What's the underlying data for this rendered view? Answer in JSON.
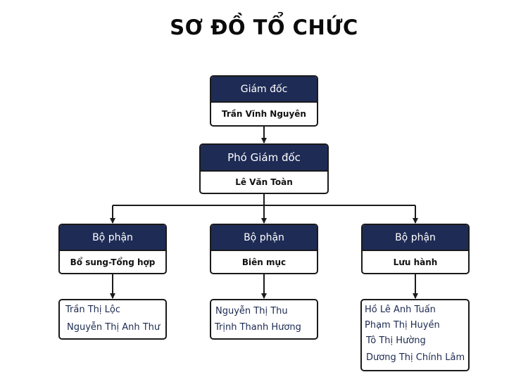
{
  "title": "SƠ ĐỒ TỔ CHỨC",
  "director": {
    "role": "Giám đốc",
    "name": "Trần Vĩnh Nguyên"
  },
  "deputy": {
    "role": "Phó Giám đốc",
    "name": "Lê Văn Toàn"
  },
  "departments": [
    {
      "role": "Bộ phận",
      "name": "Bổ sung-Tổng hợp",
      "members": [
        "Trần Thị Lộc",
        "Nguyễn Thị Anh Thư"
      ]
    },
    {
      "role": "Bộ phận",
      "name": "Biên mục",
      "members": [
        "Nguyễn Thị Thu",
        "Trịnh Thanh Hương"
      ]
    },
    {
      "role": "Bộ phận",
      "name": "Lưu hành",
      "members": [
        "Hồ Lê Anh Tuấn",
        "Phạm Thị Huyền",
        "Tô Thị Hường",
        "Dương Thị Chính Lâm"
      ]
    }
  ],
  "colors": {
    "header_fill": "#1e2b55",
    "line": "#1a1a1a",
    "member_text": "#1c2a50"
  }
}
